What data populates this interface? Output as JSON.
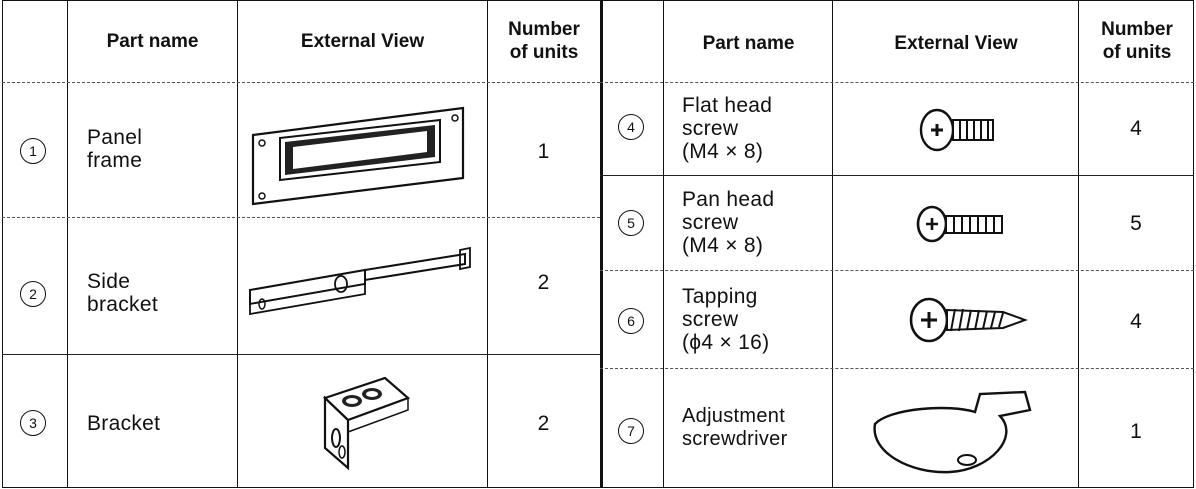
{
  "table": {
    "left_headers": {
      "part_name": "Part name",
      "external_view": "External View",
      "number_of_units": "Number\nof units"
    },
    "right_headers": {
      "part_name": "Part name",
      "external_view": "External View",
      "number_of_units": "Number\nof units"
    },
    "rows": [
      {
        "index": "1",
        "part_name": "Panel\nframe",
        "icon": "panel-frame",
        "units": "1"
      },
      {
        "index": "2",
        "part_name": "Side\nbracket",
        "icon": "side-bracket",
        "units": "2"
      },
      {
        "index": "3",
        "part_name": "Bracket",
        "icon": "bracket",
        "units": "2"
      },
      {
        "index": "4",
        "part_name": "Flat head\nscrew\n(M4 × 8)",
        "icon": "flat-head-screw",
        "units": "4"
      },
      {
        "index": "5",
        "part_name": "Pan head\nscrew\n(M4 × 8)",
        "icon": "pan-head-screw",
        "units": "5"
      },
      {
        "index": "6",
        "part_name": "Tapping\nscrew\n(ϕ4 × 16)",
        "icon": "tapping-screw",
        "units": "4"
      },
      {
        "index": "7",
        "part_name": "Adjustment\nscrewdriver",
        "icon": "adjustment-screwdriver",
        "units": "1"
      }
    ]
  }
}
